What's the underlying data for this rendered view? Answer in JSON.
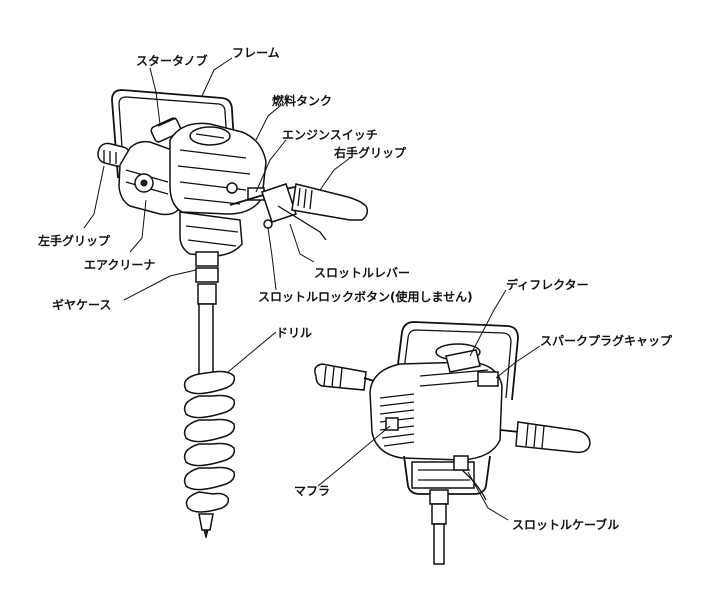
{
  "labels": {
    "starter_knob": "スタータノブ",
    "frame": "フレーム",
    "fuel_tank": "燃料タンク",
    "engine_switch": "エンジンスイッチ",
    "right_grip": "右手グリップ",
    "left_grip": "左手グリップ",
    "air_cleaner": "エアクリーナ",
    "gear_case": "ギヤケース",
    "throttle_lever": "スロットルレバー",
    "throttle_lock_button": "スロットルロックボタン(使用しません)",
    "drill": "ドリル",
    "deflector": "ディフレクター",
    "spark_plug_cap": "スパークプラグキャップ",
    "muffler": "マフラ",
    "throttle_cable": "スロットルケーブル"
  }
}
